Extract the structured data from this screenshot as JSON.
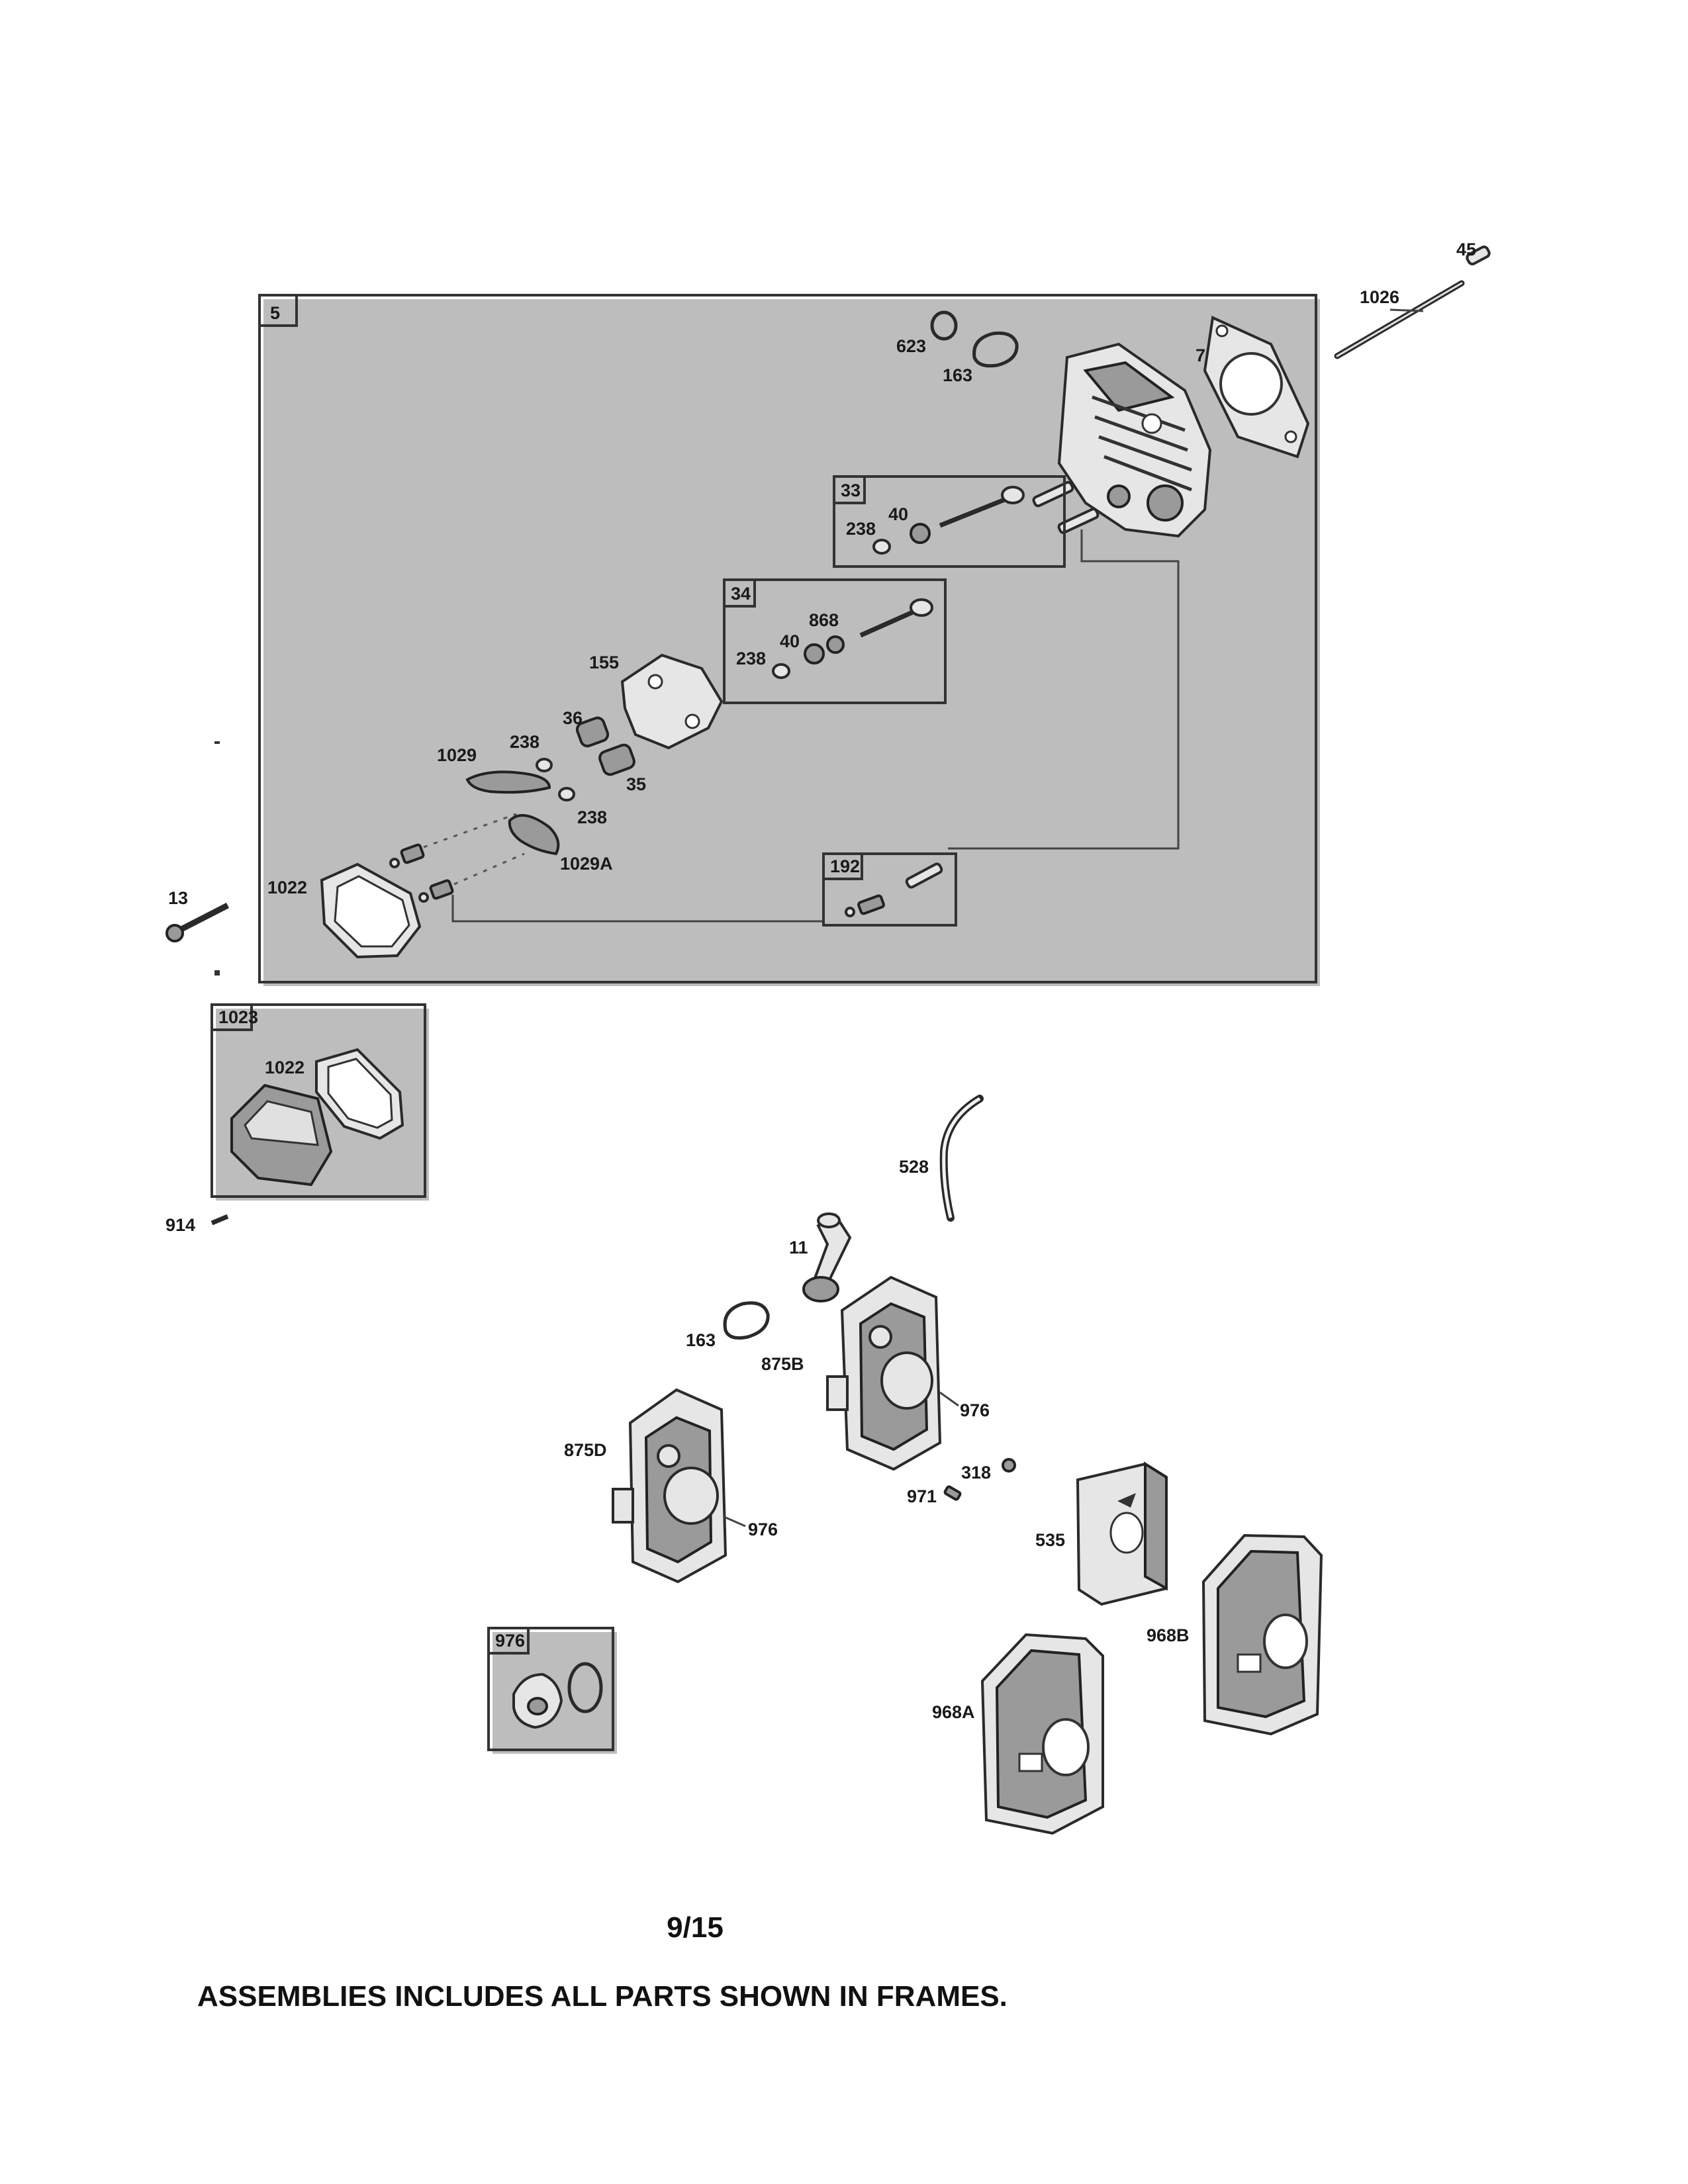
{
  "labels": {
    "l45": "45",
    "l1026": "1026",
    "l5": "5",
    "l623": "623",
    "l163a": "163",
    "l7": "7",
    "l33": "33",
    "l238a": "238",
    "l40a": "40",
    "l34": "34",
    "l868": "868",
    "l40b": "40",
    "l238b": "238",
    "l155": "155",
    "l36": "36",
    "l238c": "238",
    "l1029": "1029",
    "l35": "35",
    "l238d": "238",
    "l1029a": "1029A",
    "l192": "192",
    "l1022a": "1022",
    "l13": "13",
    "l1023": "1023",
    "l1022b": "1022",
    "l914": "914",
    "l528": "528",
    "l11": "11",
    "l163b": "163",
    "l875b": "875B",
    "l976a": "976",
    "l875d": "875D",
    "l976b": "976",
    "l318": "318",
    "l971": "971",
    "l535": "535",
    "l968b": "968B",
    "l968a": "968A",
    "l976c": "976"
  },
  "page_number": "9/15",
  "footer_note": "ASSEMBLIES INCLUDES ALL PARTS SHOWN IN FRAMES."
}
